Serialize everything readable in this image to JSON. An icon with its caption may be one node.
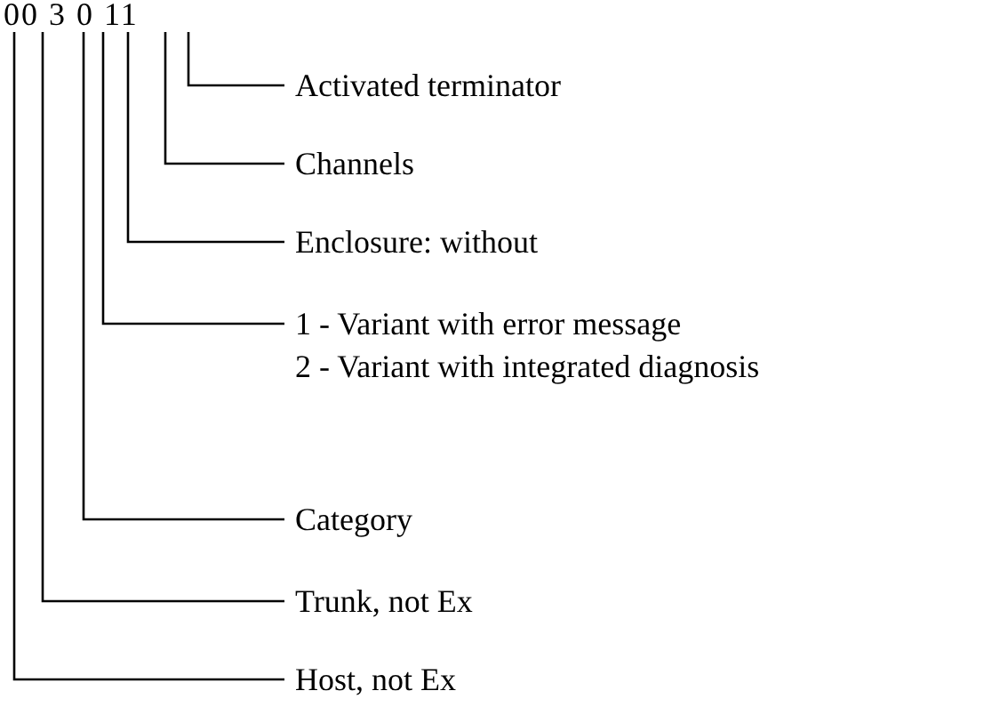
{
  "diagram": {
    "nodes": [
      {
        "text": [
          "00 3 0 11"
        ]
      },
      {
        "text": [
          "Activated terminator"
        ]
      },
      {
        "text": [
          "Channels"
        ]
      },
      {
        "text": [
          "Enclosure: without"
        ]
      },
      {
        "text": [
          "1 - Variant with error message",
          "2 - Variant with integrated diagnosis"
        ]
      },
      {
        "text": [
          "Category"
        ]
      },
      {
        "text": [
          "Trunk, not Ex"
        ]
      },
      {
        "text": [
          "Host, not Ex"
        ]
      }
    ],
    "edges": [
      {
        "from": 1,
        "to": 0,
        "arrow": "none"
      },
      {
        "from": 2,
        "to": 0,
        "arrow": "none"
      },
      {
        "from": 3,
        "to": 0,
        "arrow": "none"
      },
      {
        "from": 4,
        "to": 0,
        "arrow": "none"
      },
      {
        "from": 5,
        "to": 0,
        "arrow": "none"
      },
      {
        "from": 6,
        "to": 0,
        "arrow": "none"
      },
      {
        "from": 7,
        "to": 0,
        "arrow": "none"
      }
    ]
  }
}
